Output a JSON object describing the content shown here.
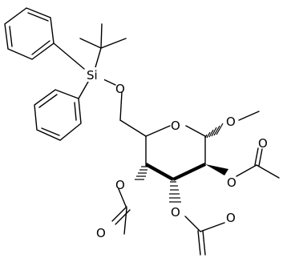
{
  "molecule": {
    "atoms": {
      "silicon": "Si",
      "o_silyl": "O",
      "o_ring": "O",
      "o_methoxy": "O",
      "o_acetyl_2": "O",
      "o_carbonyl_2": "O",
      "o_acetyl_3": "O",
      "o_carbonyl_3": "O",
      "o_acetyl_4": "O",
      "o_carbonyl_4": "O"
    }
  }
}
